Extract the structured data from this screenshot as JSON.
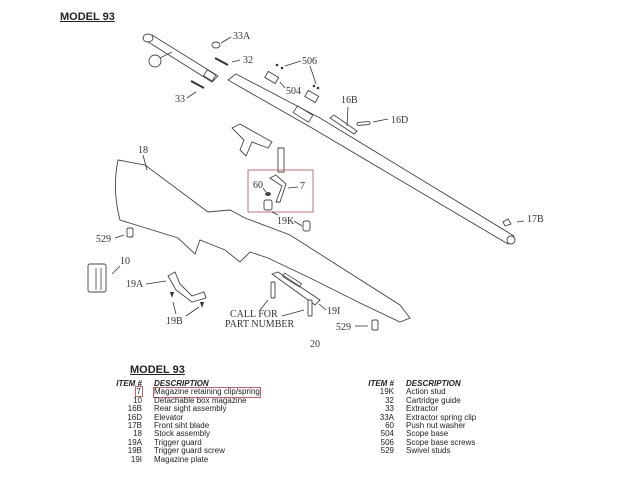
{
  "diagram": {
    "title": "MODEL 93",
    "page_number": "20",
    "callout_note": [
      "CALL FOR",
      "PART NUMBER"
    ],
    "part_labels": {
      "p33A": "33A",
      "p32": "32",
      "p33": "33",
      "p506": "506",
      "p504": "504",
      "p16B": "16B",
      "p16D": "16D",
      "p18": "18",
      "p60": "60",
      "p7": "7",
      "p19K": "19K",
      "p17B": "17B",
      "p529a": "529",
      "p10": "10",
      "p19A": "19A",
      "p19B": "19B",
      "p19I": "19I",
      "p529b": "529"
    },
    "highlight_color": "#b5676e"
  },
  "parts_table": {
    "title": "MODEL 93",
    "header_item": "ITEM #",
    "header_desc": "DESCRIPTION",
    "left": [
      {
        "item": "7",
        "desc": "Magazine retaining clip/spring",
        "highlighted": true
      },
      {
        "item": "10",
        "desc": "Detachable box magazine"
      },
      {
        "item": "16B",
        "desc": "Rear sight assembly"
      },
      {
        "item": "16D",
        "desc": "Elevator"
      },
      {
        "item": "17B",
        "desc": "Front siht blade"
      },
      {
        "item": "18",
        "desc": "Stock assembly"
      },
      {
        "item": "19A",
        "desc": "Trigger guard"
      },
      {
        "item": "19B",
        "desc": "Trigger guard screw"
      },
      {
        "item": "19I",
        "desc": "Magazine plate"
      }
    ],
    "right": [
      {
        "item": "19K",
        "desc": "Action stud"
      },
      {
        "item": "32",
        "desc": "Cartridge guide"
      },
      {
        "item": "33",
        "desc": "Extractor"
      },
      {
        "item": "33A",
        "desc": "Extractor spring clip"
      },
      {
        "item": "60",
        "desc": "Push nut washer"
      },
      {
        "item": "504",
        "desc": "Scope base"
      },
      {
        "item": "506",
        "desc": "Scope base screws"
      },
      {
        "item": "529",
        "desc": "Swivel studs"
      }
    ]
  }
}
